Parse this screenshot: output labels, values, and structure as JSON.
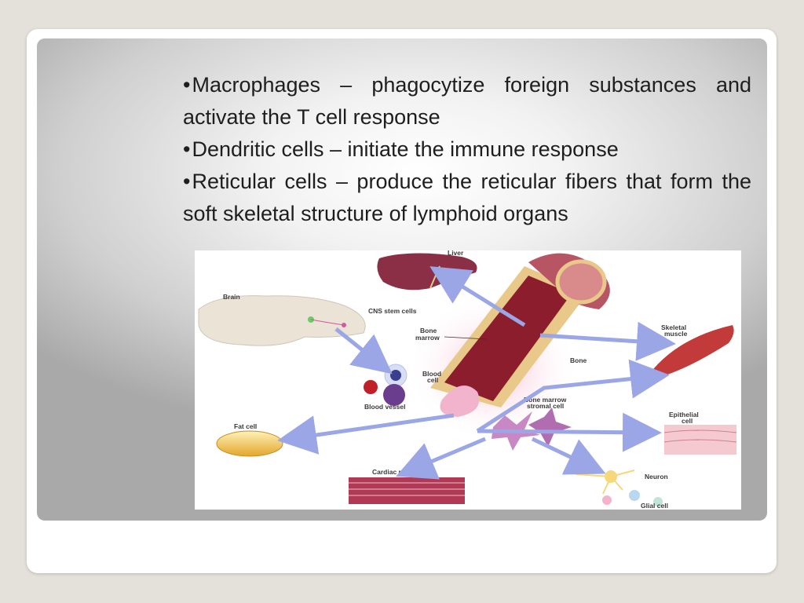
{
  "bullets": [
    {
      "bullet": "•",
      "text": "Macrophages – phagocytize foreign substances and activate the T cell response"
    },
    {
      "bullet": "•",
      "text": "Dendritic cells – initiate the immune response"
    },
    {
      "bullet": "•",
      "text": "Reticular cells – produce the reticular fibers that form the soft skeletal structure of lymphoid organs"
    }
  ],
  "figure": {
    "labels": {
      "liver": "Liver",
      "brain": "Brain",
      "cns": "CNS stem cells",
      "marrow_1": "Bone",
      "marrow_2": "marrow",
      "bone": "Bone",
      "skeletal_1": "Skeletal",
      "skeletal_2": "muscle",
      "blood_cell_1": "Blood",
      "blood_cell_2": "cell",
      "blood_vessel": "Blood vessel",
      "stromal_1": "Bone marrow",
      "stromal_2": "stromal cell",
      "fat": "Fat cell",
      "epithelial_1": "Epithelial",
      "epithelial_2": "cell",
      "cardiac": "Cardiac muscle",
      "neuron": "Neuron",
      "glial": "Glial cell"
    },
    "colors": {
      "arrow": "#9aa6e6",
      "liver": "#8a2f45",
      "bone": "#e8c98a",
      "marrow": "#8c1d2c",
      "muscle": "#c23a3a",
      "fat": "#f0c24a",
      "cell": "#c888c4"
    }
  }
}
